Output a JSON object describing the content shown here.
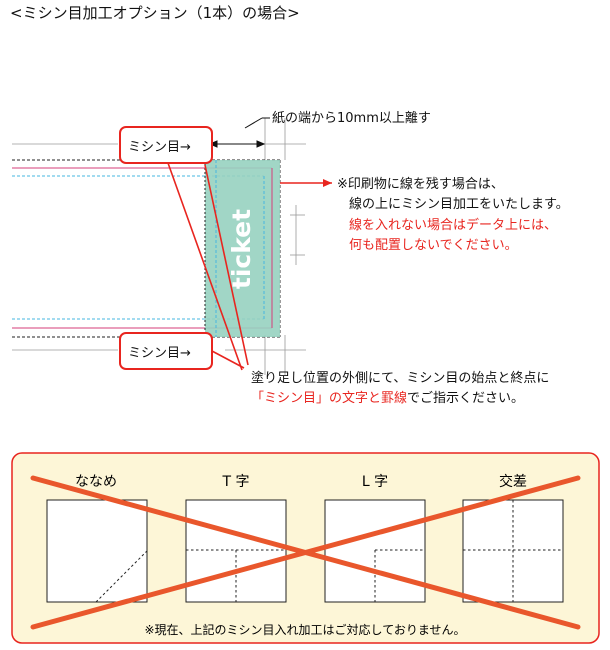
{
  "page_title": "<ミシン目加工オプション（1本）の場合>",
  "diagram": {
    "ticket_word": "ticket",
    "label_top": "ミシン目→",
    "label_bottom": "ミシン目→",
    "distance_note": "紙の端から10mm以上離す",
    "print_note": {
      "line1": "※印刷物に線を残す場合は、",
      "line2": "線の上にミシン目加工をいたします。",
      "line3_red": "線を入れない場合はデータ上には、",
      "line4_red": "何も配置しないでください。"
    },
    "instruction": {
      "line1": "塗り足し位置の外側にて、ミシン目の始点と終点に",
      "line2_red": "「ミシン目」の文字と罫線",
      "line2_rest": "でご指示ください。"
    }
  },
  "not_supported": {
    "items": [
      "ななめ",
      "T 字",
      "L 字",
      "交差"
    ],
    "footnote": "※現在、上記のミシン目入れ加工はご対応しておりません。"
  },
  "colors": {
    "accent_red": "#e8251f",
    "cross_orange": "#e9572c",
    "panel_fill": "#fdf6d7",
    "ticket_fill": "#97d2c0",
    "guide_cyan": "#46b7e0",
    "trim_pink": "#d53d7a"
  }
}
